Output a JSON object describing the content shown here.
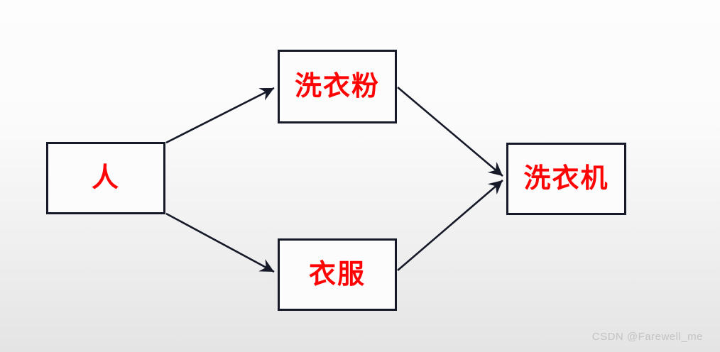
{
  "diagram": {
    "nodes": {
      "person": {
        "label": "人"
      },
      "detergent": {
        "label": "洗衣粉"
      },
      "clothes": {
        "label": "衣服"
      },
      "washer": {
        "label": "洗衣机"
      }
    },
    "edges": [
      {
        "from": "人",
        "to": "洗衣粉"
      },
      {
        "from": "人",
        "to": "衣服"
      },
      {
        "from": "洗衣粉",
        "to": "洗衣机"
      },
      {
        "from": "衣服",
        "to": "洗衣机"
      }
    ]
  },
  "colors": {
    "node_border": "#151928",
    "node_fill": "#fcfcfc",
    "node_text": "#fe0505",
    "arrow": "#151928",
    "background_top": "#fdfdfd",
    "background_bottom": "#e4e4e4",
    "watermark": "#c3c3c3"
  },
  "watermark": {
    "text": "CSDN @Farewell_me"
  }
}
